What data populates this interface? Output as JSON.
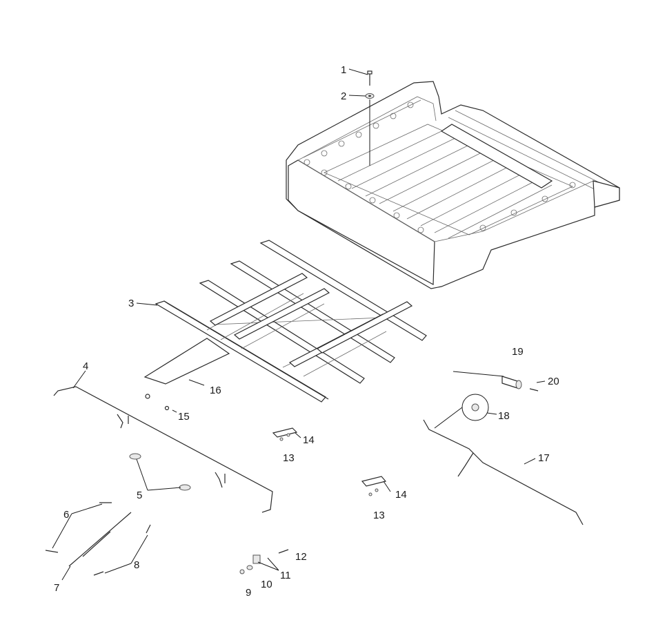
{
  "diagram": {
    "callouts": [
      {
        "id": "c1",
        "text": "1"
      },
      {
        "id": "c2",
        "text": "2"
      },
      {
        "id": "c3",
        "text": "3"
      },
      {
        "id": "c4",
        "text": "4"
      },
      {
        "id": "c5",
        "text": "5"
      },
      {
        "id": "c6",
        "text": "6"
      },
      {
        "id": "c7",
        "text": "7"
      },
      {
        "id": "c8",
        "text": "8"
      },
      {
        "id": "c9",
        "text": "9"
      },
      {
        "id": "c10",
        "text": "10"
      },
      {
        "id": "c11",
        "text": "11"
      },
      {
        "id": "c12",
        "text": "12"
      },
      {
        "id": "c13a",
        "text": "13"
      },
      {
        "id": "c13b",
        "text": "13"
      },
      {
        "id": "c14a",
        "text": "14"
      },
      {
        "id": "c14b",
        "text": "14"
      },
      {
        "id": "c15",
        "text": "15"
      },
      {
        "id": "c16",
        "text": "16"
      },
      {
        "id": "c17",
        "text": "17"
      },
      {
        "id": "c18",
        "text": "18"
      },
      {
        "id": "c19",
        "text": "19"
      },
      {
        "id": "c20",
        "text": "20"
      }
    ]
  }
}
